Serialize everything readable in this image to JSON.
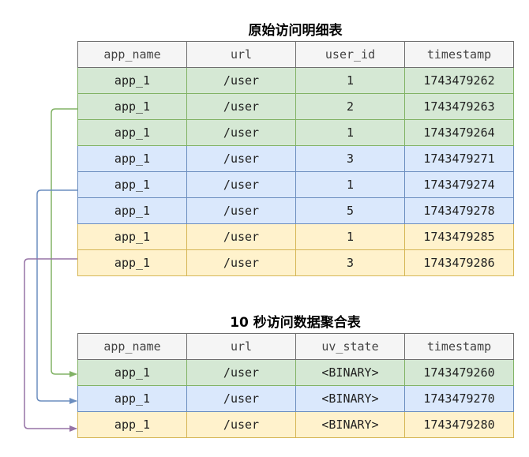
{
  "raw_table": {
    "title": "原始访问明细表",
    "headers": [
      "app_name",
      "url",
      "user_id",
      "timestamp"
    ],
    "rows": [
      {
        "group": "green",
        "cells": [
          "app_1",
          "/user",
          "1",
          "1743479262"
        ]
      },
      {
        "group": "green",
        "cells": [
          "app_1",
          "/user",
          "2",
          "1743479263"
        ]
      },
      {
        "group": "green",
        "cells": [
          "app_1",
          "/user",
          "1",
          "1743479264"
        ]
      },
      {
        "group": "blue",
        "cells": [
          "app_1",
          "/user",
          "3",
          "1743479271"
        ]
      },
      {
        "group": "blue",
        "cells": [
          "app_1",
          "/user",
          "1",
          "1743479274"
        ]
      },
      {
        "group": "blue",
        "cells": [
          "app_1",
          "/user",
          "5",
          "1743479278"
        ]
      },
      {
        "group": "yellow",
        "cells": [
          "app_1",
          "/user",
          "1",
          "1743479285"
        ]
      },
      {
        "group": "yellow",
        "cells": [
          "app_1",
          "/user",
          "3",
          "1743479286"
        ]
      }
    ]
  },
  "agg_table": {
    "title": "10 秒访问数据聚合表",
    "headers": [
      "app_name",
      "url",
      "uv_state",
      "timestamp"
    ],
    "rows": [
      {
        "group": "green",
        "cells": [
          "app_1",
          "/user",
          "<BINARY>",
          "1743479260"
        ]
      },
      {
        "group": "blue",
        "cells": [
          "app_1",
          "/user",
          "<BINARY>",
          "1743479270"
        ]
      },
      {
        "group": "yellow",
        "cells": [
          "app_1",
          "/user",
          "<BINARY>",
          "1743479280"
        ]
      }
    ]
  },
  "colors": {
    "green_fill": "#d5e8d4",
    "green_line": "#82b366",
    "blue_fill": "#dae8fc",
    "blue_line": "#6c8ebf",
    "yellow_fill": "#fff2cc",
    "yellow_line": "#d6b656",
    "purple_line": "#9673a6",
    "header_fill": "#f5f5f5"
  }
}
